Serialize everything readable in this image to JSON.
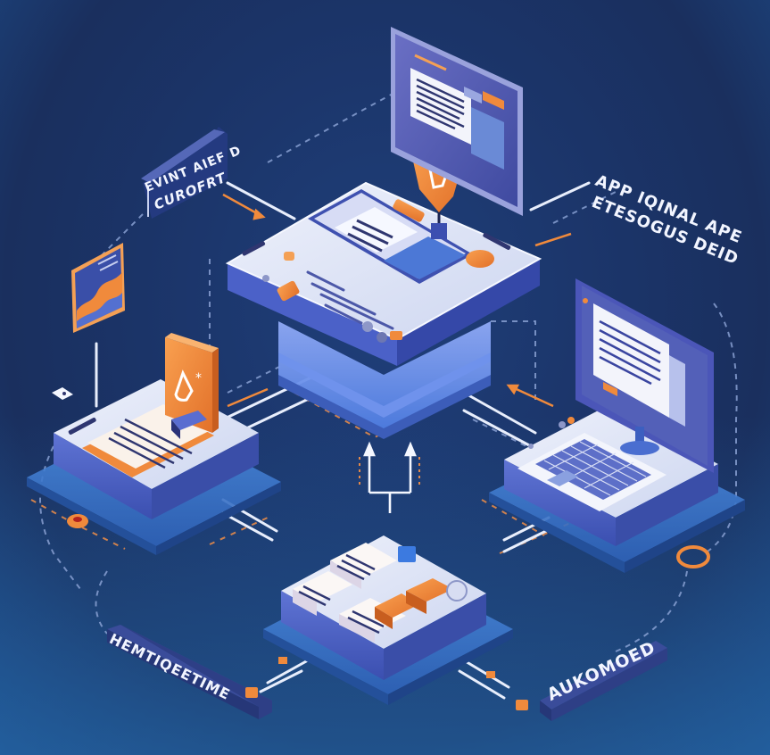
{
  "illustration": {
    "theme": "isometric application automation workflow",
    "colors": {
      "background_top": "#1a2f5e",
      "background_bottom": "#2a78b5",
      "platform_top": "#dfe5f6",
      "platform_side": "#4a5fc4",
      "platform_base": "#3e7fd0",
      "accent_orange": "#f08a3c",
      "accent_blue": "#4a78d8",
      "text_dark": "#2f3670",
      "line_white": "#e8eefc",
      "line_dash": "#8fa6d8"
    }
  },
  "labels": {
    "top_left_line1": "EVINT AIEF D",
    "top_left_line2": "CUROFRT",
    "top_right_line1": "APP IQINAL APE",
    "top_right_line2": "ETESOGUS DEID",
    "bottom_left": "HEMTIQEETIME",
    "bottom_right": "AUKOMOED"
  },
  "nodes": [
    {
      "id": "central-hub",
      "description": "large central platform with dashboard card, orange tag marker and monitor behind"
    },
    {
      "id": "top-monitor",
      "description": "monitor showing document panes"
    },
    {
      "id": "left-document-node",
      "description": "platform with document and orange warning sign"
    },
    {
      "id": "right-workstation-node",
      "description": "platform with desktop monitor and keyboard"
    },
    {
      "id": "bottom-cards-node",
      "description": "platform with stacked white and orange cards"
    },
    {
      "id": "chart-panel",
      "description": "floating small panel with orange area chart"
    }
  ],
  "icons": {
    "tag_marker": "tag-icon",
    "warning_drop": "drop-icon",
    "fork_arrows": "split-arrow-icon",
    "ring_connector": "ring-icon"
  }
}
